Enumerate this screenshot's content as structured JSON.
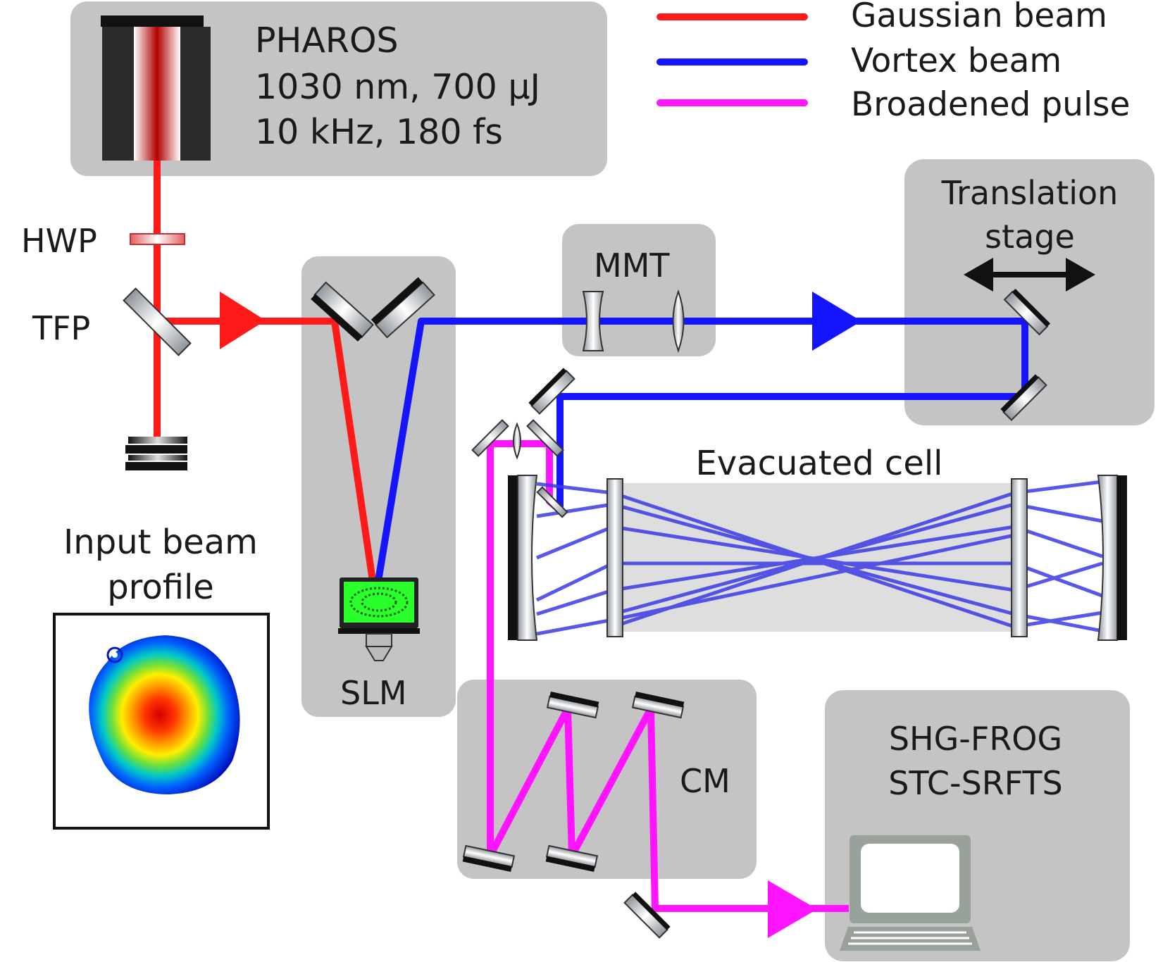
{
  "legend": {
    "gaussian": "Gaussian beam",
    "vortex": "Vortex beam",
    "broadened": "Broadened pulse"
  },
  "laser": {
    "name": "PHAROS",
    "line1": "1030 nm, 700 µJ",
    "line2": "10 kHz, 180 fs"
  },
  "labels": {
    "hwp": "HWP",
    "tfp": "TFP",
    "slm": "SLM",
    "mmt": "MMT",
    "translation1": "Translation",
    "translation2": "stage",
    "cell": "Evacuated cell",
    "cm": "CM",
    "diag1": "SHG-FROG",
    "diag2": "STC-SRFTS",
    "profile1": "Input beam",
    "profile2": "profile"
  },
  "colors": {
    "gaussian": "#ff1a1a",
    "vortex": "#1414ff",
    "broadened": "#ff14ff",
    "panel": "#c4c4c4",
    "cell": "#dedede"
  }
}
